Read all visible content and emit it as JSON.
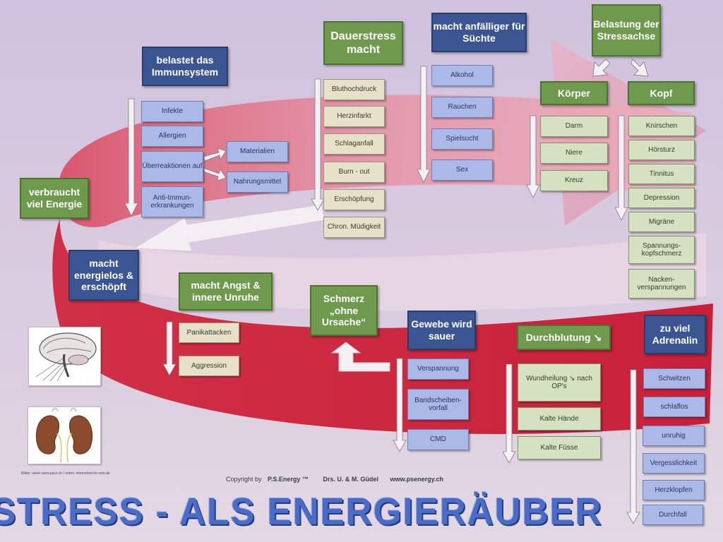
{
  "title": "STRESS - ALS ENERGIERÄUBER",
  "copyright": {
    "prefix": "Copyright by",
    "company": "P.S.Energy ™",
    "authors": "Drs. U. & M. Güdel",
    "url": "www.psenergy.ch"
  },
  "image_credit": "Bilder: sieen www.pazz.ch / unten: internetsei-im-netz.de",
  "colors": {
    "header_blue": "#3b5592",
    "header_green": "#6f9a4e",
    "item_blue": "#aab9e8",
    "item_beige": "#e6e1c8",
    "arrow_red": "#c9283d",
    "title_blue": "#4a6cc6"
  },
  "boxes": {
    "immunsystem": "belastet das Immunsystem",
    "infekte": "Infekte",
    "allergien": "Allergien",
    "ueberreaktionen": "Überreaktionen auf",
    "anti_immun": "Anti-Immun-erkrankungen",
    "materialien": "Materialien",
    "nahrungsmittel": "Nahrungsmittel",
    "energie": "verbraucht viel Energie",
    "dauerstress": "Dauerstress macht",
    "bluthochdruck": "Bluthochdruck",
    "herzinfarkt": "Herzinfarkt",
    "schlaganfall": "Schlaganfall",
    "burnout": "Burn - out",
    "erschoepfung": "Erschöpfung",
    "muedigkeit": "Chron. Müdigkeit",
    "suechte": "macht anfälliger für Süchte",
    "alkohol": "Alkohol",
    "rauchen": "Rauchen",
    "spielsucht": "Spielsucht",
    "sex": "Sex",
    "belastung": "Belastung der Stressachse",
    "koerper": "Körper",
    "kopf": "Kopf",
    "darm": "Darm",
    "niere": "Niere",
    "kreuz": "Kreuz",
    "knirschen": "Knirschen",
    "hoersturz": "Hörsturz",
    "tinnitus": "Tinnitus",
    "depression": "Depression",
    "migraene": "Migräne",
    "spannungskopf": "Spannungs-kopfschmerz",
    "nacken": "Nacken-verspannungen",
    "energielos": "macht energielos & erschöpft",
    "angst": "macht Angst & innere Unruhe",
    "panik": "Panikattacken",
    "aggression": "Aggression",
    "schmerz": "Schmerz „ohne Ursache“",
    "gewebe": "Gewebe wird sauer",
    "verspannung": "Verspannung",
    "bandscheiben": "Bandscheiben-vorfall",
    "cmd": "CMD",
    "durchblutung": "Durchblutung ↘",
    "wundheilung": "Wundheilung ↘ nach OP's",
    "haende": "Kalte Hände",
    "fuesse": "Kalte Füsse",
    "adrenalin": "zu viel Adrenalin",
    "schwitzen": "Schwitzen",
    "schlaflos": "schlaflos",
    "unruhig": "unruhig",
    "vergesslich": "Vergesslichkeit",
    "herzklopfen": "Herzklopfen",
    "durchfall": "Durchfall"
  },
  "icons": {
    "brain": "brain-anatomy-icon",
    "kidneys": "kidneys-icon"
  }
}
